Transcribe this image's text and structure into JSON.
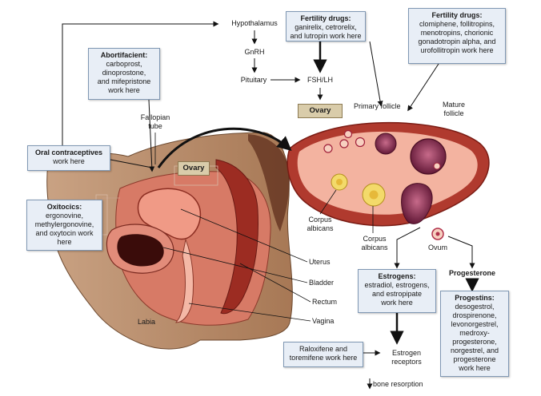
{
  "flow": {
    "hypothalamus": "Hypothalamus",
    "gnrh": "GnRH",
    "pituitary": "Pituitary",
    "fsh_lh": "FSH/LH",
    "ovary_tag_top": "Ovary",
    "ovary_tag_left": "Ovary",
    "progesterone": "Progesterone",
    "estrogen_receptors": "Estrogen\nreceptors",
    "bone_resorption": "bone resorption"
  },
  "boxes": {
    "fertility_1": {
      "title": "Fertility drugs:",
      "body": "ganirelix, cetrorelix,\nand lutropin work here"
    },
    "fertility_2": {
      "title": "Fertility drugs:",
      "body": "clomiphene, follitropins,\nmenotropins, chorionic\ngonadotropin alpha, and\nurofollitropin work here"
    },
    "abortifacient": {
      "title": "Abortifacient:",
      "body": "carboprost,\ndinoprostone,\nand mifepristone\nwork here"
    },
    "oral_contraceptives": {
      "title": "Oral contraceptives",
      "body": "work here"
    },
    "oxitocics": {
      "title": "Oxitocics:",
      "body": "ergonovine,\nmethylergonovine,\nand oxytocin work\nhere"
    },
    "estrogens": {
      "title": "Estrogens:",
      "body": "estradiol, estrogens,\nand estropipate\nwork here"
    },
    "progestins": {
      "title": "Progestins:",
      "body": "desogestrol,\ndrospirenone,\nlevonorgestrel,\nmedroxy-\nprogesterone,\nnorgestrel, and\nprogesterone\nwork here"
    },
    "raloxifene": {
      "title": "",
      "body": "Raloxifene and\ntoremifene work here"
    }
  },
  "anatomy": {
    "fallopian_tube": "Fallopian\ntube",
    "uterus": "Uterus",
    "bladder": "Bladder",
    "rectum": "Rectum",
    "vagina": "Vagina",
    "labia": "Labia",
    "primary_follicle": "Primary follicle",
    "mature_follicle": "Mature\nfollicle",
    "corpus_albicans_1": "Corpus\nalbicans",
    "corpus_albicans_2": "Corpus\nalbicans",
    "ovum": "Ovum"
  },
  "colors": {
    "box_fill": "#e8eef6",
    "box_border": "#7f97b3",
    "tag_fill": "#d9ccaa",
    "tissue_red": "#b23a2e",
    "tissue_pink": "#f4b8a6",
    "skin_brown": "#8a5a3a"
  }
}
